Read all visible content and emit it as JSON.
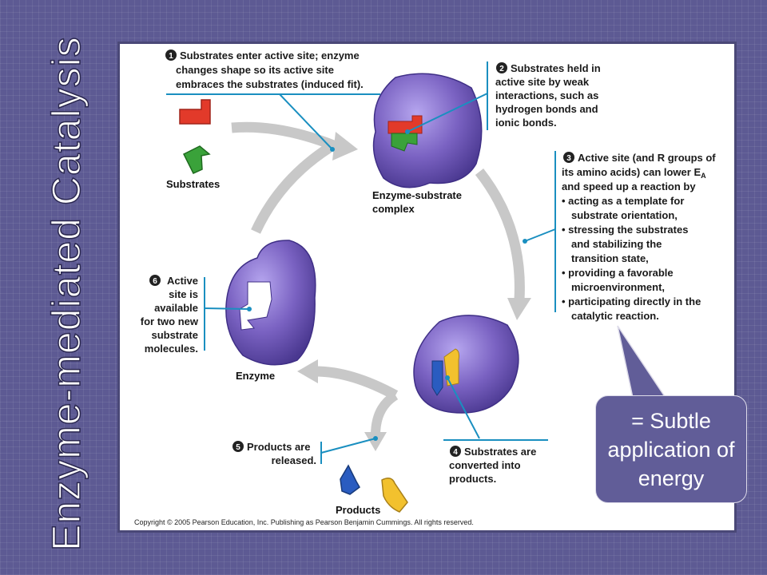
{
  "slide": {
    "title": "Enzyme-mediated Catalysis",
    "callout": "= Subtle application of energy"
  },
  "figure": {
    "steps": [
      {
        "num": "1",
        "lines": [
          "Substrates enter active site; enzyme",
          "changes shape so its active site",
          "embraces the substrates (induced fit)."
        ]
      },
      {
        "num": "2",
        "lines": [
          "Substrates held in",
          "active site by weak",
          "interactions, such as",
          "hydrogen bonds and",
          "ionic bonds."
        ]
      },
      {
        "num": "3",
        "lines": [
          "Active site (and R groups of",
          "its amino acids) can lower E",
          "and speed up a reaction by",
          "• acting as a template for",
          "substrate orientation,",
          "• stressing the substrates",
          "and stabilizing the",
          "transition state,",
          "• providing a favorable",
          "microenvironment,",
          "• participating directly in the",
          "catalytic reaction."
        ],
        "subscript": "A"
      },
      {
        "num": "4",
        "lines": [
          "Substrates are",
          "converted into",
          "products."
        ]
      },
      {
        "num": "5",
        "lines": [
          "Products are",
          "released."
        ]
      },
      {
        "num": "6",
        "lines": [
          "Active",
          "site is",
          "available",
          "for two new",
          "substrate",
          "molecules."
        ]
      }
    ],
    "labels": {
      "substrates": "Substrates",
      "complex_line1": "Enzyme-substrate",
      "complex_line2": "complex",
      "enzyme": "Enzyme",
      "products": "Products"
    },
    "copyright": "Copyright © 2005 Pearson Education, Inc. Publishing as Pearson Benjamin Cummings. All rights reserved."
  },
  "colors": {
    "enzyme": "#7a62c2",
    "substrate_red": "#e23a2a",
    "substrate_green": "#3aa23a",
    "product_blue": "#2a5cc0",
    "product_yellow": "#f2c12e",
    "leader_line": "#1a8fc0",
    "cycle_arrow": "#c8c8c8",
    "slide_background": "#5d5a93"
  }
}
